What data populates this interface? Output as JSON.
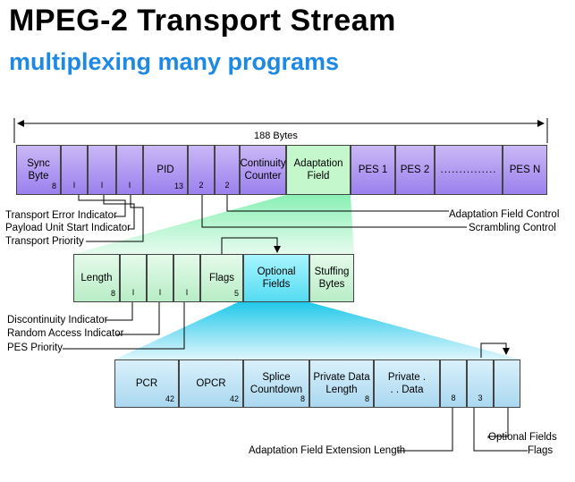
{
  "title": "MPEG-2 Transport Stream",
  "subtitle": "multiplexing many programs",
  "packet": {
    "total_label": "188 Bytes",
    "sync_label": "Sync Byte",
    "sync_bits": "8",
    "bit_label": "I",
    "pid_label": "PID",
    "pid_bits": "13",
    "two_bits": "2",
    "continuity_label": "Continuity Counter",
    "adaptation_label": "Adaptation Field",
    "pes1": "PES 1",
    "pes2": "PES 2",
    "pes_dots": "...............",
    "pesn": "PES N"
  },
  "adaptation": {
    "length_label": "Length",
    "length_bits": "8",
    "bit_label": "I",
    "flags_label": "Flags",
    "flags_bits": "5",
    "optional_label": "Optional Fields",
    "stuffing_label": "Stuffing Bytes"
  },
  "optional": {
    "pcr_label": "PCR",
    "pcr_bits": "42",
    "opcr_label": "OPCR",
    "opcr_bits": "42",
    "splice_label": "Splice Countdown",
    "splice_bits": "8",
    "private_len_label": "Private Data Length",
    "private_len_bits": "8",
    "private_data_label": "Private . . . Data",
    "ext_bits": "8",
    "three_bits": "3"
  },
  "labels": {
    "transport_error": "Transport Error Indicator",
    "payload_unit_start": "Payload Unit Start Indicator",
    "transport_priority": "Transport Priority",
    "adaptation_field_control": "Adaptation Field Control",
    "scrambling_control": "Scrambling Control",
    "discontinuity": "Discontinuity Indicator",
    "random_access": "Random Access Indicator",
    "pes_priority": "PES Priority",
    "ext_length": "Adaptation Field Extension Length",
    "optional_fields": "Optional Fields",
    "flags": "Flags"
  }
}
